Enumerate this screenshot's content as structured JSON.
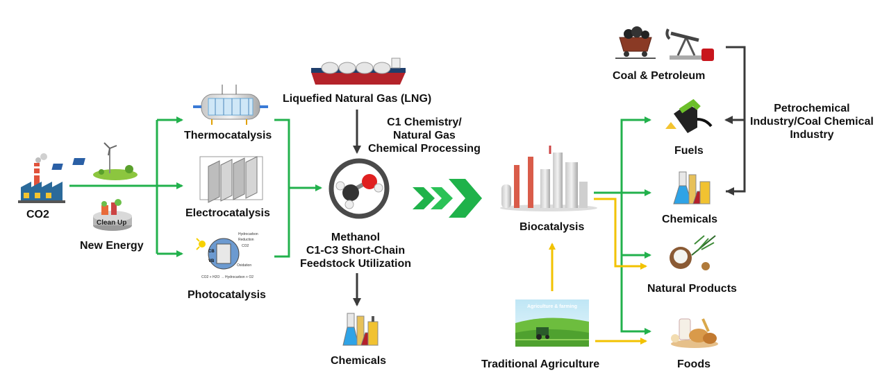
{
  "labels": {
    "co2": "CO2",
    "new_energy": "New Energy",
    "clean_up": "Clean Up",
    "thermocatalysis": "Thermocatalysis",
    "electrocatalysis": "Electrocatalysis",
    "photocatalysis": "Photocatalysis",
    "lng": "Liquefied Natural Gas (LNG)",
    "c1_processing": "C1 Chemistry/\nNatural Gas\nChemical Processing",
    "methanol": "Methanol\nC1-C3 Short-Chain\nFeedstock Utilization",
    "chemicals_bottom": "Chemicals",
    "biocatalysis": "Biocatalysis",
    "traditional_agriculture": "Traditional Agriculture",
    "agriculture_banner": "Agriculture & farming",
    "coal_petroleum": "Coal & Petroleum",
    "petrochemical": "Petrochemical\nIndustry/Coal Chemical\nIndustry",
    "fuels": "Fuels",
    "chemicals_right": "Chemicals",
    "natural_products": "Natural Products",
    "foods": "Foods"
  },
  "photocatalysis_diagram": {
    "hydrocarbon": "Hydrocarbon",
    "reduction": "Reduction",
    "co2": "CO2",
    "oxidation": "Oxidation",
    "equation": "CO2 + H2O → Hydrocarbon + O2",
    "cb": "CB",
    "vb": "VB"
  },
  "colors": {
    "green_arrow": "#22b14c",
    "dark_arrow": "#3a3a3a",
    "yellow_arrow": "#f2c200",
    "chevron_green": "#1fb24a"
  },
  "icons": [
    "factory-icon",
    "wind-solar-icon",
    "clean-up-icon",
    "reactor-icon",
    "electrolyzer-icon",
    "photocatalysis-icon",
    "lng-ship-icon",
    "methanol-molecule-icon",
    "chemical-bottles-icon",
    "chevron-arrows-icon",
    "biorefinery-icon",
    "farm-icon",
    "coal-cart-icon",
    "oil-pump-icon",
    "fuel-nozzle-icon",
    "natural-products-icon",
    "foods-icon"
  ]
}
